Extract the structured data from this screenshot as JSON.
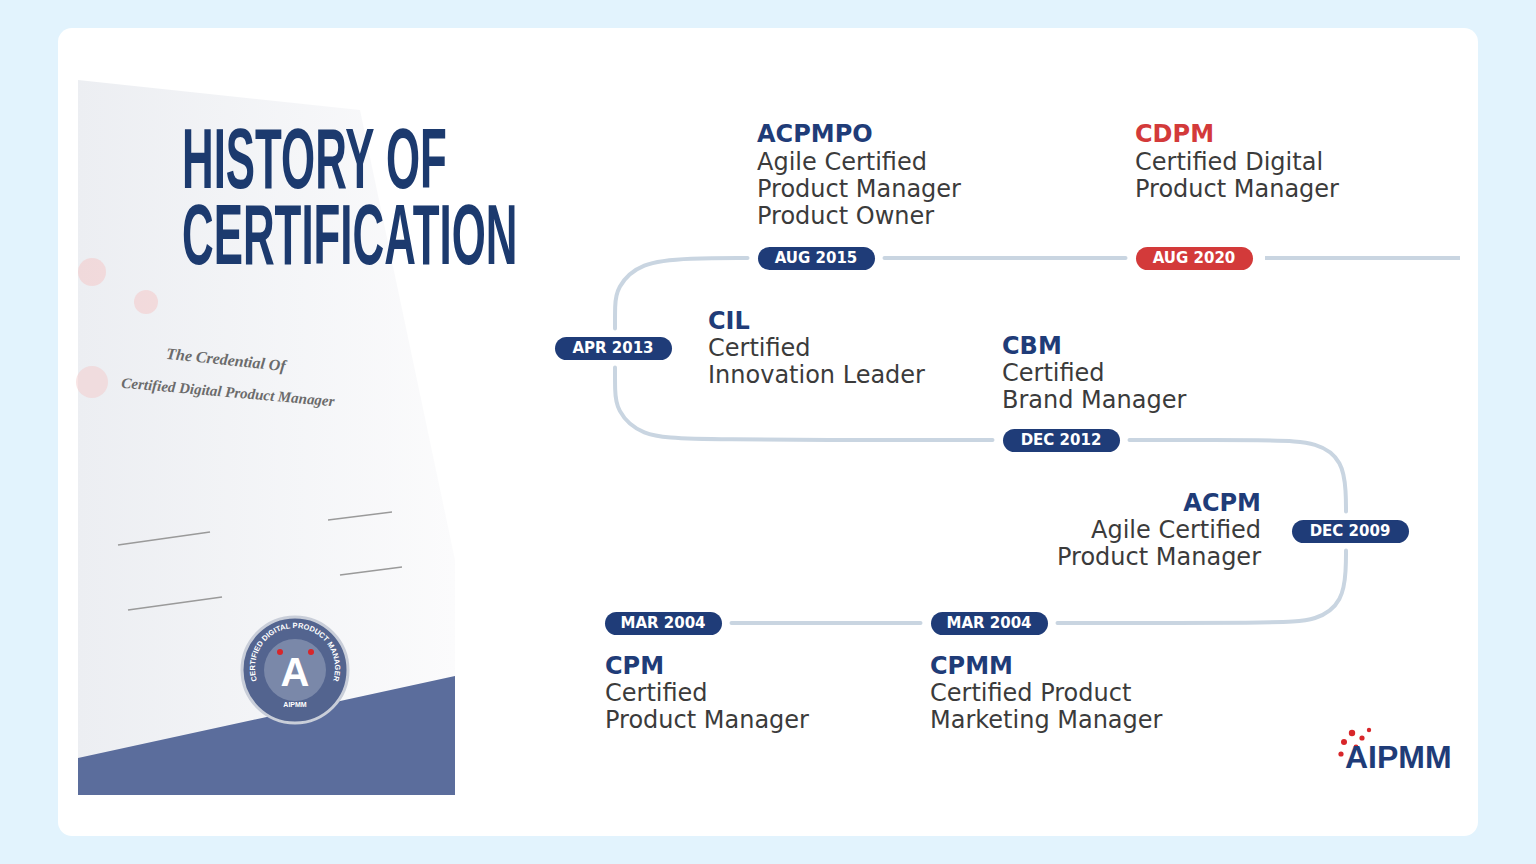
{
  "diagram": {
    "title": "HISTORY OF CERTIFICATION",
    "nodes": [
      {
        "text": [
          "MAR 2004"
        ]
      },
      {
        "text": [
          "MAR 2004"
        ]
      },
      {
        "text": [
          "DEC 2009"
        ]
      },
      {
        "text": [
          "DEC 2012"
        ]
      },
      {
        "text": [
          "APR 2013"
        ]
      },
      {
        "text": [
          "AUG 2015"
        ]
      },
      {
        "text": [
          "AUG 2020"
        ]
      }
    ],
    "edges": [
      {
        "from": 0,
        "to": 1,
        "arrow": "none"
      },
      {
        "from": 1,
        "to": 2,
        "arrow": "none"
      },
      {
        "from": 2,
        "to": 3,
        "arrow": "none"
      },
      {
        "from": 3,
        "to": 4,
        "arrow": "none"
      },
      {
        "from": 4,
        "to": 5,
        "arrow": "none"
      },
      {
        "from": 5,
        "to": 6,
        "arrow": "none"
      }
    ],
    "labels": [
      "CPM",
      "Certified Product Manager",
      "CPMM",
      "Certified Product Marketing Manager",
      "ACPM",
      "Agile Certified Product Manager",
      "CBM",
      "Certified Brand Manager",
      "CIL",
      "Certified Innovation Leader",
      "ACPMPO",
      "Agile Certified Product Manager Product Owner",
      "CDPM",
      "Certified Digital Product Manager",
      "The Credential Of",
      "Certified Digital Product Manager",
      "CERTIFIED DIGITAL PRODUCT MANAGER",
      "A",
      "AIPMM",
      "AIPMM"
    ]
  }
}
